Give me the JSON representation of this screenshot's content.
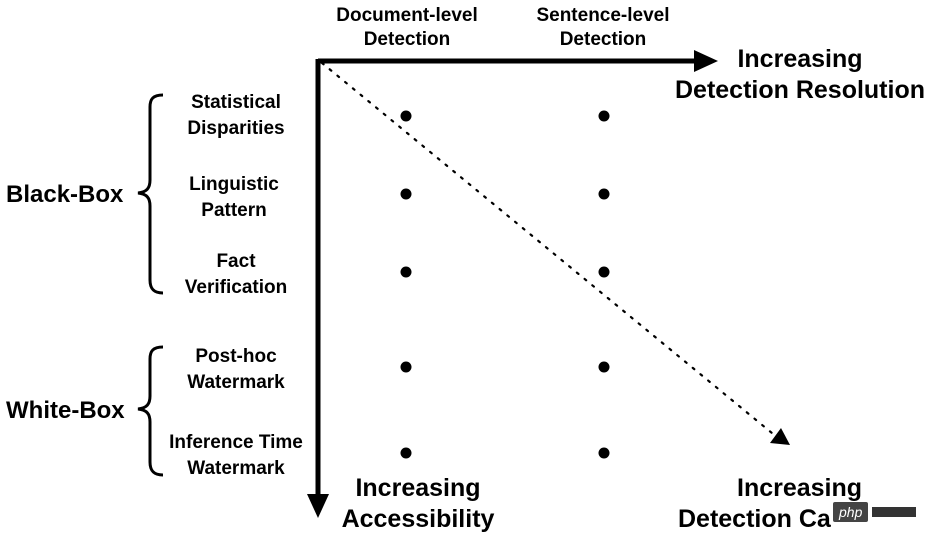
{
  "columns": [
    {
      "line1": "Document-level",
      "line2": "Detection"
    },
    {
      "line1": "Sentence-level",
      "line2": "Detection"
    }
  ],
  "rows": [
    {
      "line1": "Statistical",
      "line2": "Disparities"
    },
    {
      "line1": "Linguistic",
      "line2": "Pattern"
    },
    {
      "line1": "Fact",
      "line2": "Verification"
    },
    {
      "line1": "Post-hoc",
      "line2": "Watermark"
    },
    {
      "line1": "Inference Time",
      "line2": "Watermark"
    }
  ],
  "groups": {
    "black_box": "Black-Box",
    "white_box": "White-Box"
  },
  "axes": {
    "horizontal": {
      "line1": "Increasing",
      "line2": "Detection Resolution"
    },
    "vertical": {
      "line1": "Increasing",
      "line2": "Accessibility"
    },
    "diagonal": {
      "line1": "Increasing",
      "line2": "Detection Ca"
    }
  },
  "watermark": {
    "logo_text": "php"
  }
}
